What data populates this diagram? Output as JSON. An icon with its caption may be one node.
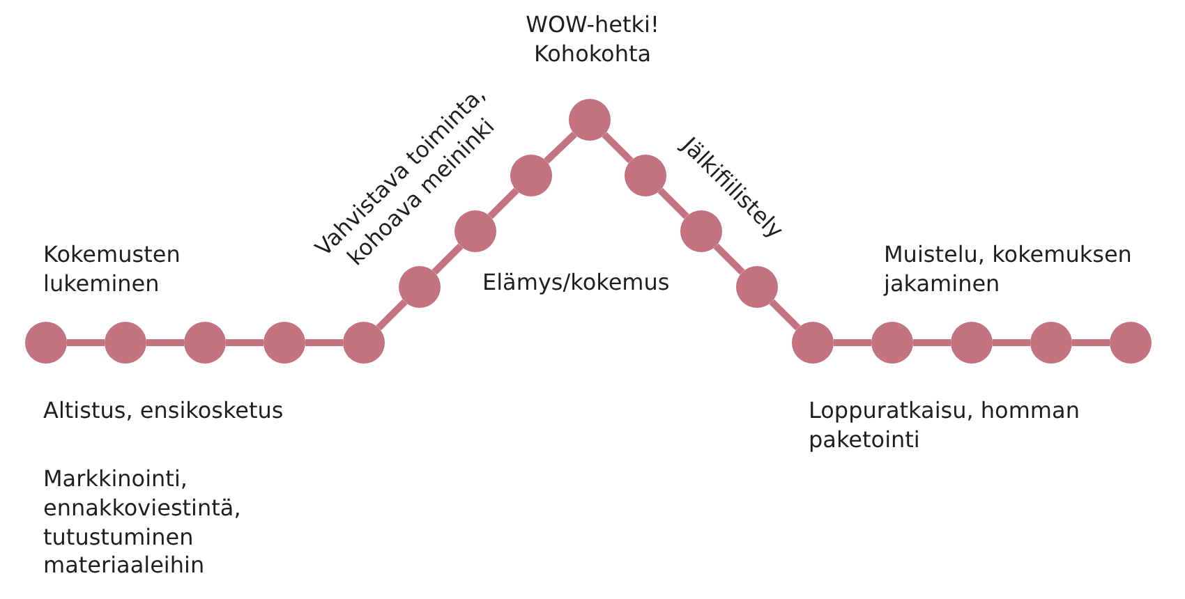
{
  "diagram": {
    "nodes": [
      {
        "text": [],
        "shape": "circle"
      },
      {
        "text": [],
        "shape": "circle"
      },
      {
        "text": [],
        "shape": "circle"
      },
      {
        "text": [],
        "shape": "circle"
      },
      {
        "text": [],
        "shape": "circle"
      },
      {
        "text": [],
        "shape": "circle"
      },
      {
        "text": [],
        "shape": "circle"
      },
      {
        "text": [],
        "shape": "circle"
      },
      {
        "text": [],
        "shape": "circle"
      },
      {
        "text": [],
        "shape": "circle"
      },
      {
        "text": [],
        "shape": "circle"
      },
      {
        "text": [],
        "shape": "circle"
      },
      {
        "text": [],
        "shape": "circle"
      },
      {
        "text": [],
        "shape": "circle"
      },
      {
        "text": [],
        "shape": "circle"
      },
      {
        "text": [],
        "shape": "circle"
      },
      {
        "text": [],
        "shape": "circle"
      }
    ],
    "edges": [
      {
        "from": 0,
        "to": 1,
        "arrow": "none"
      },
      {
        "from": 1,
        "to": 2,
        "arrow": "none"
      },
      {
        "from": 2,
        "to": 3,
        "arrow": "none"
      },
      {
        "from": 3,
        "to": 4,
        "arrow": "none"
      },
      {
        "from": 4,
        "to": 5,
        "arrow": "none"
      },
      {
        "from": 5,
        "to": 6,
        "arrow": "none"
      },
      {
        "from": 6,
        "to": 7,
        "arrow": "none"
      },
      {
        "from": 7,
        "to": 8,
        "arrow": "none"
      },
      {
        "from": 8,
        "to": 9,
        "arrow": "none"
      },
      {
        "from": 9,
        "to": 10,
        "arrow": "none"
      },
      {
        "from": 10,
        "to": 11,
        "arrow": "none"
      },
      {
        "from": 11,
        "to": 12,
        "arrow": "none"
      },
      {
        "from": 12,
        "to": 13,
        "arrow": "none"
      },
      {
        "from": 13,
        "to": 14,
        "arrow": "none"
      },
      {
        "from": 14,
        "to": 15,
        "arrow": "none"
      },
      {
        "from": 15,
        "to": 16,
        "arrow": "none"
      }
    ],
    "labels": [
      "WOW-hetki! Kohokohta",
      "Vahvistava toiminta, kohoava meininki",
      "Jälkifiilistely",
      "Kokemusten lukeminen",
      "Elämys/kokemus",
      "Muistelu, kokemuksen jakaminen",
      "Altistus, ensikosketus",
      "Loppuratkaisu, homman paketointi",
      "Markkinointi, ennakkoviestintä, tutustuminen materiaaleihin"
    ]
  }
}
